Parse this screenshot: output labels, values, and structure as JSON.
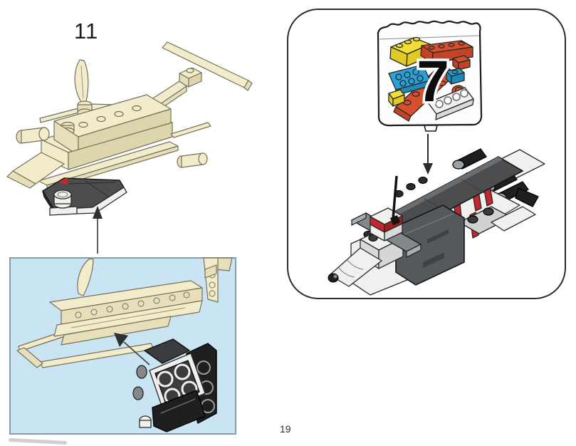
{
  "page": {
    "step_number": "11",
    "bag_number": "7",
    "page_number": "19"
  },
  "colors": {
    "brick_cream": "#f2ecca",
    "brick_cream_shade": "#e6dfba",
    "line_art_outline": "#75705c",
    "inset_background": "#c9e4f3",
    "inset_border": "#7f9eb0",
    "callout_border": "#2b2b2b",
    "dark_gray_piece": "#4b4d4f",
    "black_piece": "#1e1f20",
    "mid_gray_piece": "#85898c",
    "light_piece": "#f0f0ee",
    "red_accent": "#c4272c",
    "bag_yellow": "#f0de36",
    "bag_orange": "#d5512d",
    "bag_blue": "#2aa1d5"
  },
  "step11": {
    "illustration": "tan-helicopter-model",
    "new_part": "dark-gray-wedge-base-plate",
    "arrow_direction": "up"
  },
  "inset": {
    "illustration": "helicopter-underside-with-black-bracket-assembly",
    "arrow_direction": "up-left"
  },
  "parts_callout": {
    "bag_contents": [
      "yellow-brick",
      "orange-brick",
      "orange-plate",
      "blue-plate",
      "blue-brick",
      "orange-round-plate",
      "white-plate",
      "yellow-plate"
    ],
    "arrow_direction": "down",
    "illustration": "gray-white-red-spaceship-model"
  }
}
